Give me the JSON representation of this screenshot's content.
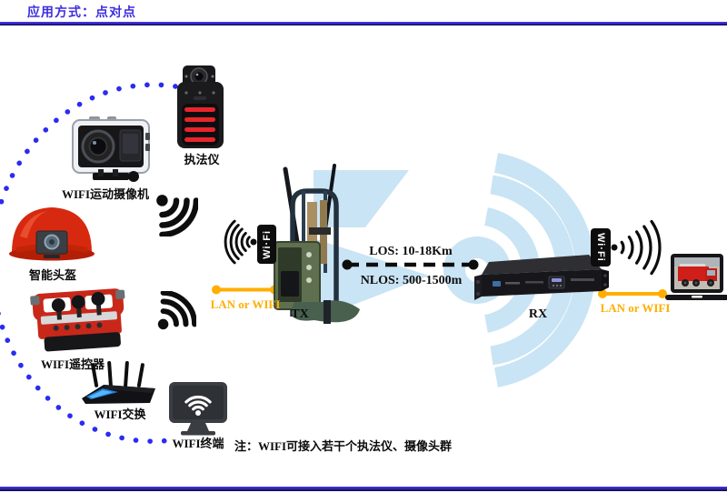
{
  "header": {
    "title": "应用方式：点对点"
  },
  "labels": {
    "law_camera": "执法仪",
    "action_camera": "WIFI运动摄像机",
    "helmet": "智能头盔",
    "remote": "WIFI遥控器",
    "router": "WIFI交换",
    "terminal": "WIFI终端",
    "tx": "TX",
    "rx": "RX"
  },
  "link": {
    "los": "LOS:  10-18Km",
    "nlos": "NLOS:  500-1500m",
    "lan_left": "LAN or WIFI",
    "lan_right": "LAN or WIFI",
    "wifi_badge_left": "Wi·Fi",
    "wifi_badge_right": "Wi·Fi"
  },
  "note": {
    "text": "注：WIFI可接入若干个执法仪、摄像头群"
  },
  "colors": {
    "title_blue": "#3d2ede",
    "rule_blue": "#241bb0",
    "dot_arc_blue": "#2b2bf2",
    "orange": "#ffae00",
    "watermark_blue": "#c9e4f4",
    "device_red": "#d6290f",
    "slat_red": "#e8252b",
    "black": "#111111"
  }
}
